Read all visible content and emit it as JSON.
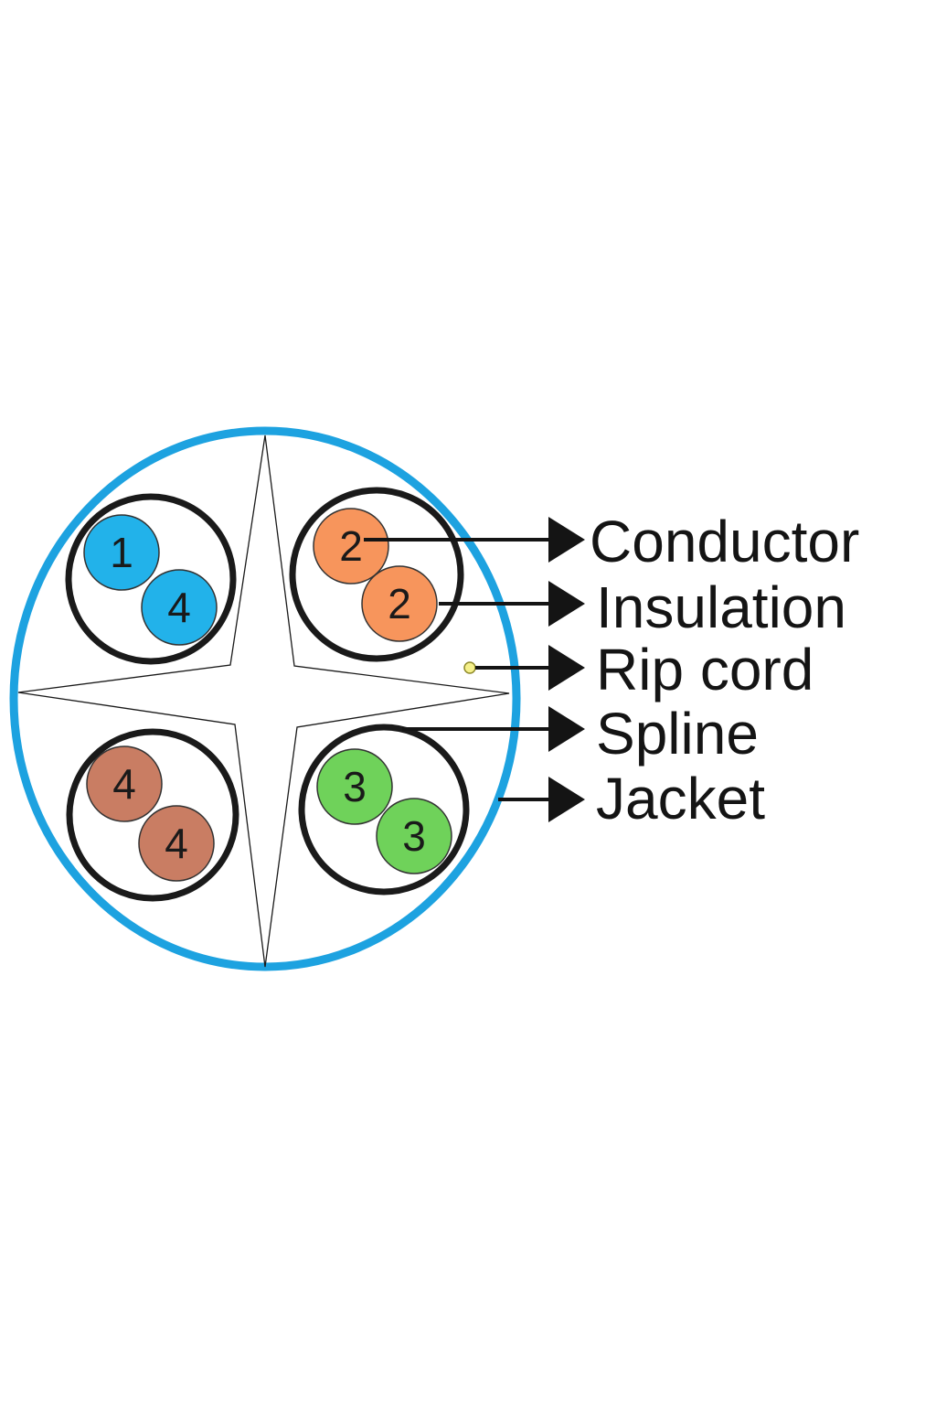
{
  "colors": {
    "jacket": "#1da2e0",
    "pair_outline": "#1a1a1a",
    "pair1_blue": "#22b2ea",
    "pair2_orange": "#f7955c",
    "pair3_green": "#6fd25a",
    "pair4_brown": "#c97d63",
    "rip_cord": "#f5f08a",
    "arrow": "#141414"
  },
  "pairs": [
    {
      "id": "pair-blue",
      "color_key": "pair1_blue",
      "labels": [
        "1",
        "4"
      ]
    },
    {
      "id": "pair-orange",
      "color_key": "pair2_orange",
      "labels": [
        "2",
        "2"
      ]
    },
    {
      "id": "pair-brown",
      "color_key": "pair4_brown",
      "labels": [
        "4",
        "4"
      ]
    },
    {
      "id": "pair-green",
      "color_key": "pair3_green",
      "labels": [
        "3",
        "3"
      ]
    }
  ],
  "callouts": {
    "conductor": "Conductor",
    "insulation": "Insulation",
    "rip_cord": "Rip cord",
    "spline": "Spline",
    "jacket": "Jacket"
  }
}
